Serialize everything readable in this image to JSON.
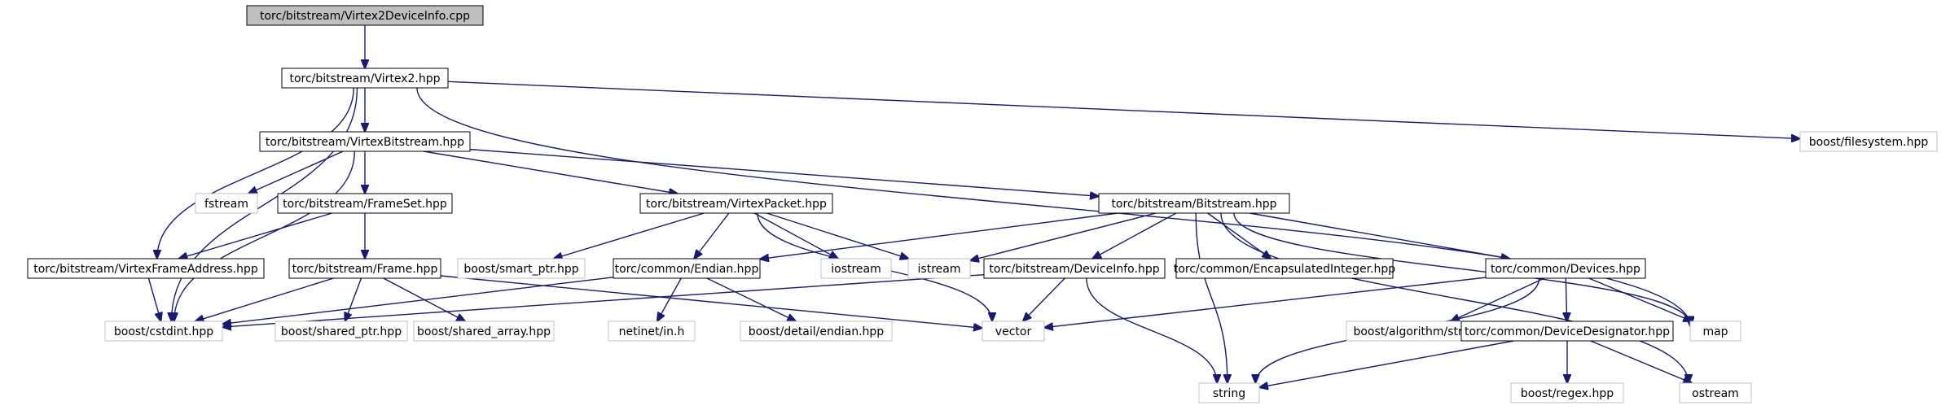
{
  "colors": {
    "edge": "#191970",
    "root_fill": "#bfbfbf",
    "node_border": "#000000",
    "external_border": "#bfbfbf",
    "text": "#000000"
  },
  "nodes": [
    {
      "id": "root",
      "label": "torc/bitstream/Virtex2DeviceInfo.cpp",
      "kind": "root"
    },
    {
      "id": "virtex2",
      "label": "torc/bitstream/Virtex2.hpp",
      "kind": "internal"
    },
    {
      "id": "vbit",
      "label": "torc/bitstream/VirtexBitstream.hpp",
      "kind": "internal"
    },
    {
      "id": "bfs",
      "label": "boost/filesystem.hpp",
      "kind": "external"
    },
    {
      "id": "fstream",
      "label": "fstream",
      "kind": "external"
    },
    {
      "id": "frameset",
      "label": "torc/bitstream/FrameSet.hpp",
      "kind": "internal"
    },
    {
      "id": "vpacket",
      "label": "torc/bitstream/VirtexPacket.hpp",
      "kind": "internal"
    },
    {
      "id": "bitstream",
      "label": "torc/bitstream/Bitstream.hpp",
      "kind": "internal"
    },
    {
      "id": "vfa",
      "label": "torc/bitstream/VirtexFrameAddress.hpp",
      "kind": "internal"
    },
    {
      "id": "frame",
      "label": "torc/bitstream/Frame.hpp",
      "kind": "internal"
    },
    {
      "id": "smartptr",
      "label": "boost/smart_ptr.hpp",
      "kind": "external"
    },
    {
      "id": "endian",
      "label": "torc/common/Endian.hpp",
      "kind": "internal"
    },
    {
      "id": "iostream",
      "label": "iostream",
      "kind": "external"
    },
    {
      "id": "istream",
      "label": "istream",
      "kind": "external"
    },
    {
      "id": "devinfo",
      "label": "torc/bitstream/DeviceInfo.hpp",
      "kind": "internal"
    },
    {
      "id": "encint",
      "label": "torc/common/EncapsulatedInteger.hpp",
      "kind": "internal"
    },
    {
      "id": "devices",
      "label": "torc/common/Devices.hpp",
      "kind": "internal"
    },
    {
      "id": "cstdint",
      "label": "boost/cstdint.hpp",
      "kind": "external"
    },
    {
      "id": "sharedptr",
      "label": "boost/shared_ptr.hpp",
      "kind": "external"
    },
    {
      "id": "sharedarr",
      "label": "boost/shared_array.hpp",
      "kind": "external"
    },
    {
      "id": "netinet",
      "label": "netinet/in.h",
      "kind": "external"
    },
    {
      "id": "bendian",
      "label": "boost/detail/endian.hpp",
      "kind": "external"
    },
    {
      "id": "vector",
      "label": "vector",
      "kind": "external"
    },
    {
      "id": "balgo",
      "label": "boost/algorithm/string.hpp",
      "kind": "external"
    },
    {
      "id": "devdes",
      "label": "torc/common/DeviceDesignator.hpp",
      "kind": "internal"
    },
    {
      "id": "map",
      "label": "map",
      "kind": "external"
    },
    {
      "id": "string",
      "label": "string",
      "kind": "external"
    },
    {
      "id": "bregex",
      "label": "boost/regex.hpp",
      "kind": "external"
    },
    {
      "id": "ostream",
      "label": "ostream",
      "kind": "external"
    }
  ],
  "edges": [
    [
      "root",
      "virtex2"
    ],
    [
      "virtex2",
      "vbit"
    ],
    [
      "virtex2",
      "bfs"
    ],
    [
      "virtex2",
      "vfa"
    ],
    [
      "virtex2",
      "cstdint"
    ],
    [
      "virtex2",
      "map"
    ],
    [
      "vbit",
      "fstream"
    ],
    [
      "vbit",
      "frameset"
    ],
    [
      "vbit",
      "vpacket"
    ],
    [
      "vbit",
      "bitstream"
    ],
    [
      "vbit",
      "cstdint"
    ],
    [
      "frameset",
      "vfa"
    ],
    [
      "frameset",
      "frame"
    ],
    [
      "vfa",
      "cstdint"
    ],
    [
      "frame",
      "cstdint"
    ],
    [
      "frame",
      "sharedptr"
    ],
    [
      "frame",
      "sharedarr"
    ],
    [
      "frame",
      "vector"
    ],
    [
      "vpacket",
      "smartptr"
    ],
    [
      "vpacket",
      "endian"
    ],
    [
      "vpacket",
      "iostream"
    ],
    [
      "vpacket",
      "istream"
    ],
    [
      "vpacket",
      "vector"
    ],
    [
      "endian",
      "cstdint"
    ],
    [
      "endian",
      "netinet"
    ],
    [
      "endian",
      "bendian"
    ],
    [
      "bitstream",
      "endian"
    ],
    [
      "bitstream",
      "istream"
    ],
    [
      "bitstream",
      "devinfo"
    ],
    [
      "bitstream",
      "encint"
    ],
    [
      "bitstream",
      "devices"
    ],
    [
      "bitstream",
      "map"
    ],
    [
      "bitstream",
      "string"
    ],
    [
      "bitstream",
      "ostream"
    ],
    [
      "devinfo",
      "cstdint"
    ],
    [
      "devinfo",
      "vector"
    ],
    [
      "devinfo",
      "string"
    ],
    [
      "devices",
      "vector"
    ],
    [
      "devices",
      "balgo"
    ],
    [
      "devices",
      "devdes"
    ],
    [
      "devices",
      "map"
    ],
    [
      "devices",
      "string"
    ],
    [
      "devdes",
      "string"
    ],
    [
      "devdes",
      "bregex"
    ],
    [
      "devdes",
      "ostream"
    ]
  ]
}
